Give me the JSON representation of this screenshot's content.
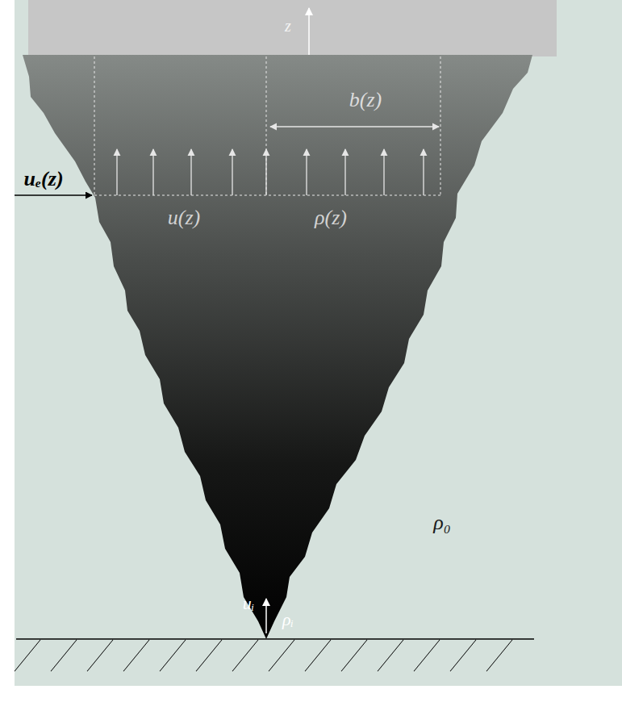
{
  "diagram": {
    "labels": [
      "z",
      "b(z)",
      "uₑ(z)",
      "u(z)",
      "ρ(z)",
      "ρ₀",
      "uᵢ",
      "ρᵢ"
    ]
  }
}
